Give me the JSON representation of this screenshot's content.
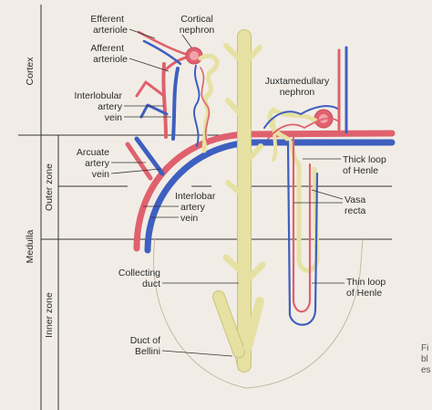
{
  "zones": {
    "cortex": "Cortex",
    "medulla": "Medulla",
    "outer_zone": "Outer zone",
    "inner_zone": "Inner zone"
  },
  "labels": {
    "efferent": "Efferent",
    "arteriole_1": "arteriole",
    "afferent": "Afferent",
    "arteriole_2": "arteriole",
    "cortical": "Cortical",
    "nephron_1": "nephron",
    "juxtamedullary": "Juxtamedullary",
    "nephron_2": "nephron",
    "interlobular": "Interlobular",
    "artery_1": "artery",
    "vein_1": "vein",
    "arcuate": "Arcuate",
    "artery_2": "artery",
    "vein_2": "vein",
    "interlobar": "Interlobar",
    "artery_3": "artery",
    "vein_3": "vein",
    "thick_loop_1": "Thick loop",
    "thick_loop_2": "of Henle",
    "vasa": "Vasa",
    "recta": "recta",
    "collecting": "Collecting",
    "duct": "duct",
    "thin_loop_1": "Thin loop",
    "thin_loop_2": "of Henle",
    "duct_of": "Duct of",
    "bellini": "Bellini",
    "edge_1": "Fi",
    "edge_2": "bl",
    "edge_3": "es"
  },
  "colors": {
    "artery": "#e0616e",
    "vein": "#3f5fc0",
    "duct": "#e6e1a3",
    "background": "#f1ede6"
  }
}
